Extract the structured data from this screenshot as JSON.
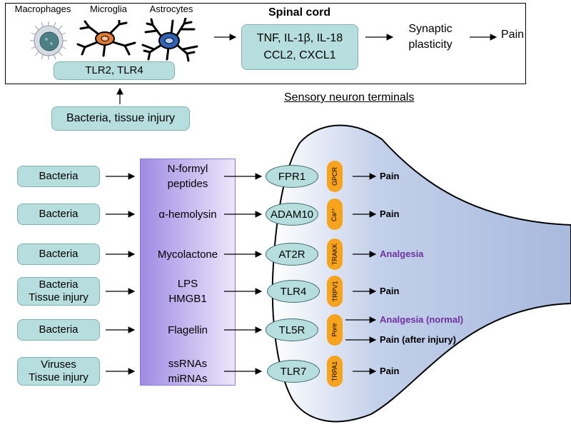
{
  "top": {
    "cells": [
      "Macrophages",
      "Microglia",
      "Astrocytes"
    ],
    "receptors": "TLR2, TLR4",
    "spinal_cord_title": "Spinal cord",
    "cytokines_line1": "TNF, IL-1β, IL-18",
    "cytokines_line2": "CCL2, CXCL1",
    "synaptic_line1": "Synaptic",
    "synaptic_line2": "plasticity",
    "pain": "Pain",
    "trigger": "Bacteria, tissue injury"
  },
  "sensory_title": "Sensory neuron terminals",
  "rows": [
    {
      "source": [
        "Bacteria"
      ],
      "ligand": [
        "N-formyl",
        "peptides"
      ],
      "receptor": "FPR1",
      "channel": "GPCR",
      "outcomes": [
        {
          "text": "Pain",
          "color": "#000000"
        }
      ]
    },
    {
      "source": [
        "Bacteria"
      ],
      "ligand": [
        "α-hemolysin"
      ],
      "receptor": "ADAM10",
      "channel": "Ca²⁺",
      "outcomes": [
        {
          "text": "Pain",
          "color": "#000000"
        }
      ]
    },
    {
      "source": [
        "Bacteria"
      ],
      "ligand": [
        "Mycolactone"
      ],
      "receptor": "AT2R",
      "channel": "TRAKK",
      "outcomes": [
        {
          "text": "Analgesia",
          "color": "#7030a0"
        }
      ]
    },
    {
      "source": [
        "Bacteria",
        "Tissue injury"
      ],
      "ligand": [
        "LPS",
        "HMGB1"
      ],
      "receptor": "TLR4",
      "channel": "TRPV1",
      "outcomes": [
        {
          "text": "Pain",
          "color": "#000000"
        }
      ]
    },
    {
      "source": [
        "Bacteria"
      ],
      "ligand": [
        "Flagellin"
      ],
      "receptor": "TL5R",
      "channel": "Pore",
      "outcomes": [
        {
          "text": "Analgesia (normal)",
          "color": "#7030a0"
        },
        {
          "text": "Pain (after injury)",
          "color": "#000000"
        }
      ]
    },
    {
      "source": [
        "Viruses",
        "Tissue injury"
      ],
      "ligand": [
        "ssRNAs",
        "miRNAs"
      ],
      "receptor": "TLR7",
      "channel": "TRPA1",
      "outcomes": [
        {
          "text": "Pain",
          "color": "#000000"
        }
      ]
    }
  ],
  "colors": {
    "box_fill": "#b7dede",
    "ligand_panel": "#c3b5ee",
    "channel_pill": "#f7a31c",
    "analgesia_text": "#7030a0",
    "neuron_fill": "#b9c9e6"
  }
}
